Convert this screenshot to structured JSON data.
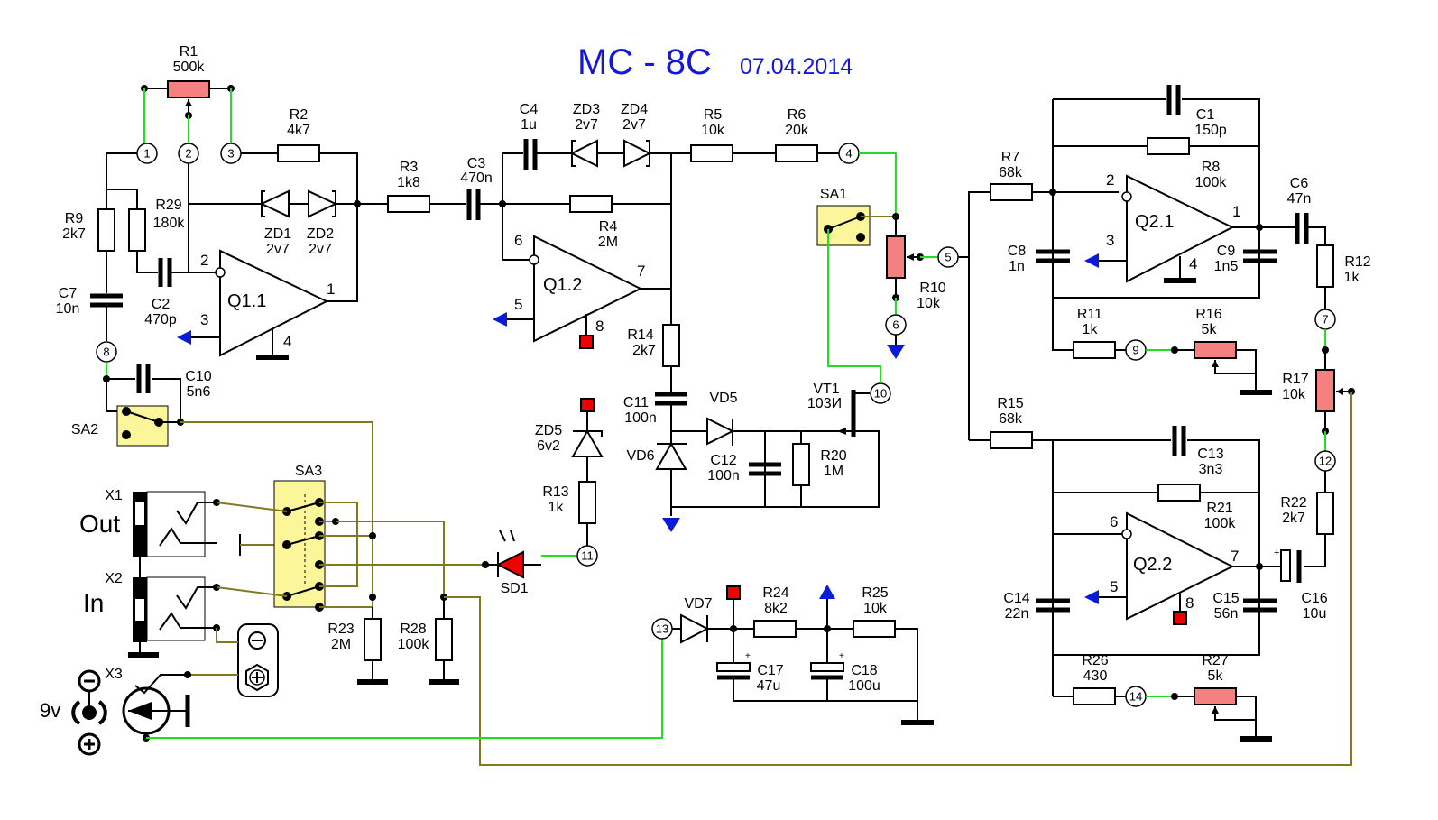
{
  "title": "MC - 8C",
  "date": "07.04.2014",
  "nodes": [
    "1",
    "2",
    "3",
    "4",
    "5",
    "6",
    "7",
    "8",
    "9",
    "10",
    "11",
    "12",
    "13",
    "14"
  ],
  "components": {
    "R1": {
      "ref": "R1",
      "value": "500k"
    },
    "R2": {
      "ref": "R2",
      "value": "4k7"
    },
    "R3": {
      "ref": "R3",
      "value": "1k8"
    },
    "R4": {
      "ref": "R4",
      "value": "2M"
    },
    "R5": {
      "ref": "R5",
      "value": "10k"
    },
    "R6": {
      "ref": "R6",
      "value": "20k"
    },
    "R7": {
      "ref": "R7",
      "value": "68k"
    },
    "R8": {
      "ref": "R8",
      "value": "100k"
    },
    "R9": {
      "ref": "R9",
      "value": "2k7"
    },
    "R10": {
      "ref": "R10",
      "value": "10k"
    },
    "R11": {
      "ref": "R11",
      "value": "1k"
    },
    "R12": {
      "ref": "R12",
      "value": "1k"
    },
    "R13": {
      "ref": "R13",
      "value": "1k"
    },
    "R14": {
      "ref": "R14",
      "value": "2k7"
    },
    "R15": {
      "ref": "R15",
      "value": "68k"
    },
    "R16": {
      "ref": "R16",
      "value": "5k"
    },
    "R17": {
      "ref": "R17",
      "value": "10k"
    },
    "R20": {
      "ref": "R20",
      "value": "1M"
    },
    "R21": {
      "ref": "R21",
      "value": "100k"
    },
    "R22": {
      "ref": "R22",
      "value": "2k7"
    },
    "R23": {
      "ref": "R23",
      "value": "2M"
    },
    "R24": {
      "ref": "R24",
      "value": "8k2"
    },
    "R25": {
      "ref": "R25",
      "value": "10k"
    },
    "R26": {
      "ref": "R26",
      "value": "430"
    },
    "R27": {
      "ref": "R27",
      "value": "5k"
    },
    "R28": {
      "ref": "R28",
      "value": "100k"
    },
    "R29": {
      "ref": "R29",
      "value": "180k"
    },
    "C1": {
      "ref": "C1",
      "value": "150p"
    },
    "C2": {
      "ref": "C2",
      "value": "470p"
    },
    "C3": {
      "ref": "C3",
      "value": "470n"
    },
    "C4": {
      "ref": "C4",
      "value": "1u"
    },
    "C6": {
      "ref": "C6",
      "value": "47n"
    },
    "C7": {
      "ref": "C7",
      "value": "10n"
    },
    "C8": {
      "ref": "C8",
      "value": "1n"
    },
    "C9": {
      "ref": "C9",
      "value": "1n5"
    },
    "C10": {
      "ref": "C10",
      "value": "5n6"
    },
    "C11": {
      "ref": "C11",
      "value": "100n"
    },
    "C12": {
      "ref": "C12",
      "value": "100n"
    },
    "C13": {
      "ref": "C13",
      "value": "3n3"
    },
    "C14": {
      "ref": "C14",
      "value": "22n"
    },
    "C15": {
      "ref": "C15",
      "value": "56n"
    },
    "C16": {
      "ref": "C16",
      "value": "10u"
    },
    "C17": {
      "ref": "C17",
      "value": "47u"
    },
    "C18": {
      "ref": "C18",
      "value": "100u"
    },
    "ZD1": {
      "ref": "ZD1",
      "value": "2v7"
    },
    "ZD2": {
      "ref": "ZD2",
      "value": "2v7"
    },
    "ZD3": {
      "ref": "ZD3",
      "value": "2v7"
    },
    "ZD4": {
      "ref": "ZD4",
      "value": "2v7"
    },
    "ZD5": {
      "ref": "ZD5",
      "value": "6v2"
    },
    "VD5": {
      "ref": "VD5"
    },
    "VD6": {
      "ref": "VD6"
    },
    "VD7": {
      "ref": "VD7"
    },
    "VT1": {
      "ref": "VT1",
      "value": "103И"
    },
    "SD1": {
      "ref": "SD1"
    },
    "SA1": {
      "ref": "SA1"
    },
    "SA2": {
      "ref": "SA2"
    },
    "SA3": {
      "ref": "SA3"
    },
    "X1": {
      "ref": "X1",
      "label": "Out"
    },
    "X2": {
      "ref": "X2",
      "label": "In"
    },
    "X3": {
      "ref": "X3",
      "label": "9v"
    }
  },
  "opamps": {
    "Q11": {
      "ref": "Q1.1",
      "pins": [
        "2",
        "3",
        "1",
        "4"
      ]
    },
    "Q12": {
      "ref": "Q1.2",
      "pins": [
        "6",
        "5",
        "7",
        "8"
      ]
    },
    "Q21": {
      "ref": "Q2.1",
      "pins": [
        "2",
        "3",
        "1",
        "4"
      ]
    },
    "Q22": {
      "ref": "Q2.2",
      "pins": [
        "6",
        "5",
        "7",
        "8"
      ]
    }
  },
  "colors": {
    "title": "#1515e0",
    "jumper_wire": "#22dd22",
    "switch_wire": "#7f7a20",
    "pot": "#f48080",
    "switch_body": "#fbf69a",
    "vplus": "#e00000",
    "vminus": "#0a1bd8"
  }
}
